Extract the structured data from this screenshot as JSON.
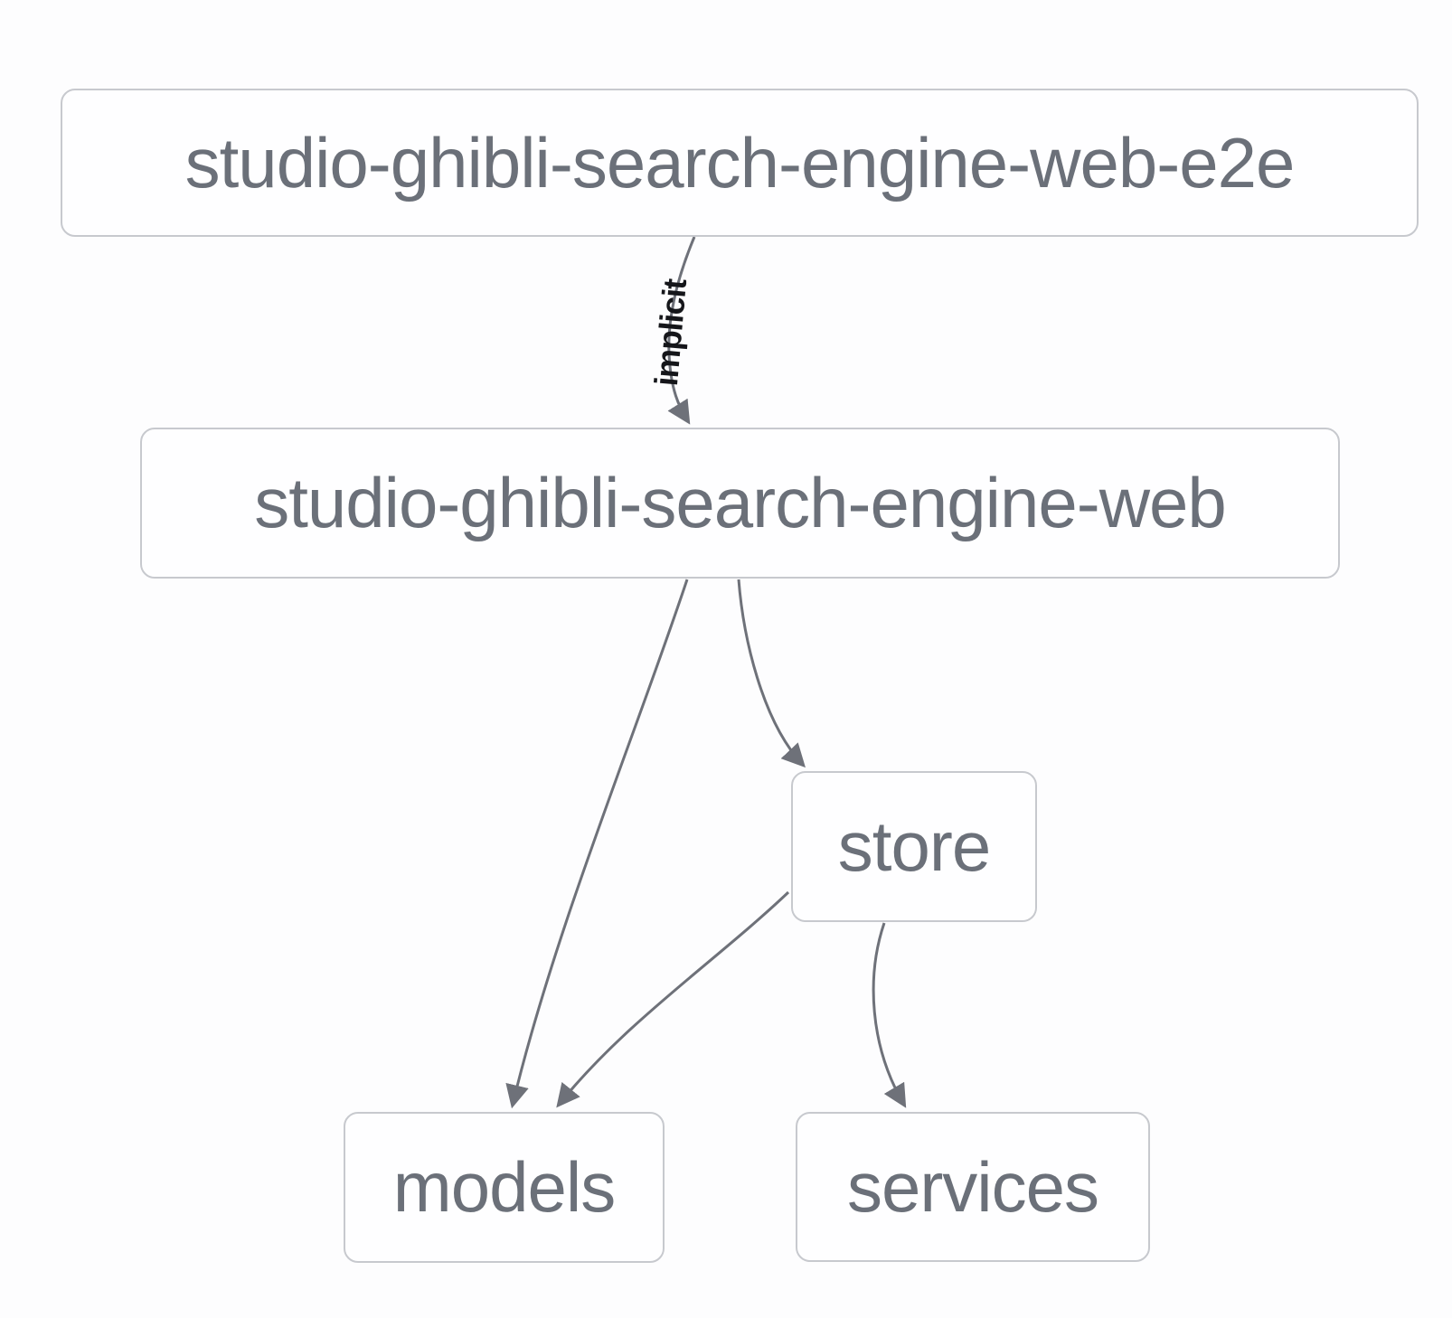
{
  "diagram": {
    "kind": "project-dependency-graph",
    "nodes": [
      {
        "id": "studio-ghibli-search-engine-web-e2e",
        "label": "studio-ghibli-search-engine-web-e2e"
      },
      {
        "id": "studio-ghibli-search-engine-web",
        "label": "studio-ghibli-search-engine-web"
      },
      {
        "id": "store",
        "label": "store"
      },
      {
        "id": "models",
        "label": "models"
      },
      {
        "id": "services",
        "label": "services"
      }
    ],
    "edges": [
      {
        "from": "studio-ghibli-search-engine-web-e2e",
        "to": "studio-ghibli-search-engine-web",
        "label": "implicit"
      },
      {
        "from": "studio-ghibli-search-engine-web",
        "to": "models",
        "label": ""
      },
      {
        "from": "studio-ghibli-search-engine-web",
        "to": "store",
        "label": ""
      },
      {
        "from": "store",
        "to": "models",
        "label": ""
      },
      {
        "from": "store",
        "to": "services",
        "label": ""
      }
    ],
    "colors": {
      "background": "#fdfdfe",
      "node_border": "#c7c9ce",
      "node_fill": "#fefeff",
      "node_text": "#6b7079",
      "edge_stroke": "#6e7179",
      "edge_label_text": "#15161a"
    }
  }
}
